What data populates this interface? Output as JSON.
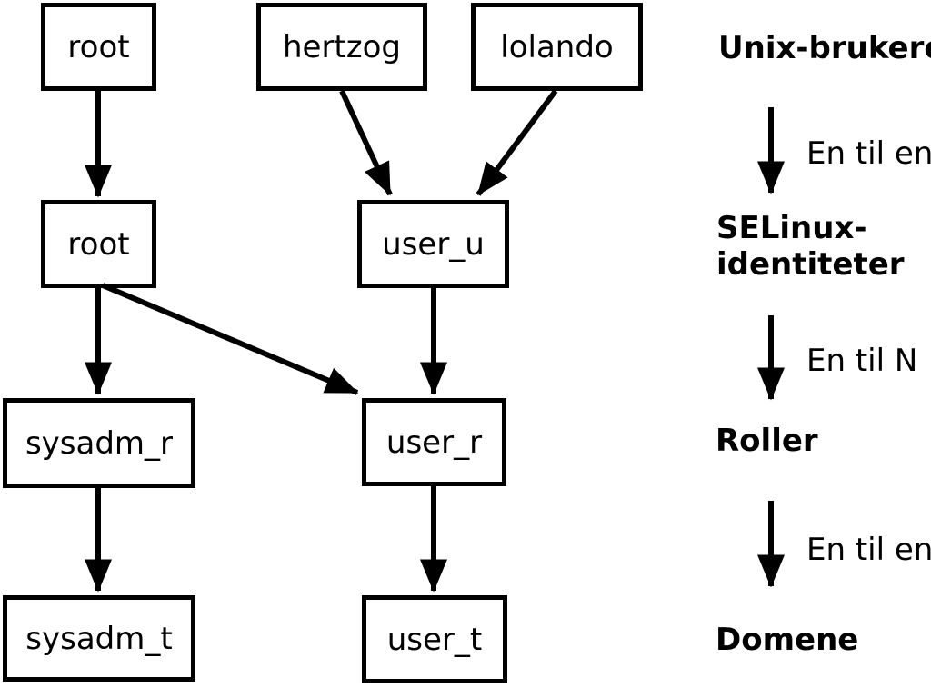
{
  "diagram": {
    "nodes": {
      "unix_root": {
        "label": "root"
      },
      "unix_hertzog": {
        "label": "hertzog"
      },
      "unix_lolando": {
        "label": "lolando"
      },
      "selinux_root": {
        "label": "root"
      },
      "selinux_user_u": {
        "label": "user_u"
      },
      "role_sysadm_r": {
        "label": "sysadm_r"
      },
      "role_user_r": {
        "label": "user_r"
      },
      "domain_sysadm_t": {
        "label": "sysadm_t"
      },
      "domain_user_t": {
        "label": "user_t"
      }
    },
    "legend": {
      "level1": "Unix-brukere",
      "arrow1_label": "En til en",
      "level2_line1": "SELinux-",
      "level2_line2": "identiteter",
      "arrow2_label": "En til N",
      "level3": "Roller",
      "arrow3_label": "En til en",
      "level4": "Domene"
    },
    "colors": {
      "foreground": "#000000",
      "background": "#ffffff"
    }
  }
}
